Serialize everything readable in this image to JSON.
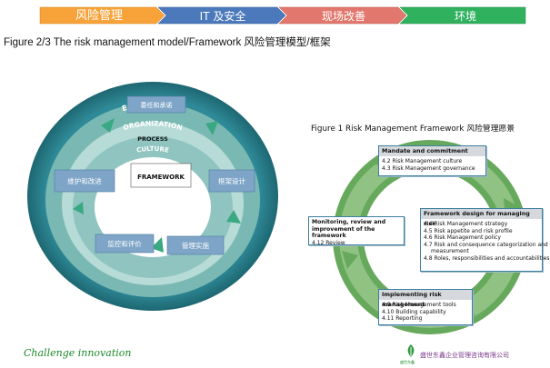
{
  "tabs": [
    {
      "label": "风险管理",
      "color": "#f7a33a",
      "active": true
    },
    {
      "label": "IT 及安全",
      "color": "#4b79bb"
    },
    {
      "label": "现场改善",
      "color": "#e2786d"
    },
    {
      "label": "环境",
      "color": "#30b15e"
    }
  ],
  "figure_title": "Figure 2/3 The risk management model/Framework 风险管理模型/框架",
  "left_diagram": {
    "ring_environment": "ENVIRONMENT",
    "ring_organization": "ORGANIZATION",
    "ring_culture": "CULTURE",
    "process_label": "PROCESS",
    "framework_label": "FRAMEWORK",
    "steps": {
      "top": "委任和承诺",
      "right": "框架设计",
      "bottom_right": "管理实施",
      "bottom_left": "监控和评价",
      "left": "维护和改进"
    }
  },
  "right_diagram": {
    "title": "Figure 1 Risk Management Framework 风险管理愿景",
    "mandate": {
      "title": "Mandate and commitment",
      "items": [
        "4.2 Risk Management culture",
        "4.3 Risk Management governance"
      ]
    },
    "design": {
      "title": "Framework design for managing risk",
      "items": [
        "4.4 Risk Management strategy",
        "4.5 Risk appetite and risk profile",
        "4.6 Risk Management policy",
        "4.7 Risk and consequence categorization and",
        "measurement",
        "4.8 Roles, responsibilities and accountabilities"
      ]
    },
    "monitoring": {
      "title_line1": "Monitoring, review and",
      "title_line2": "improvement of the framework",
      "items": [
        "4.12 Review"
      ]
    },
    "implementing": {
      "title": "Implementing risk management",
      "items": [
        "4.9  Risk Management tools",
        "4.10 Building capability",
        "4.11 Reporting"
      ]
    }
  },
  "footer": {
    "slogan": "Challenge innovation",
    "company": "盛世东鑫企业管理咨询有限公司",
    "logo_text": "盛世东鑫"
  },
  "colors": {
    "teal_outer": "#2a7d8c",
    "teal_mid": "#6fb1ad",
    "teal_light": "#a8d4cf",
    "step_box": "#7ea5c7",
    "arrow_green": "#3aa882",
    "cycle_green": "#67a95c"
  }
}
